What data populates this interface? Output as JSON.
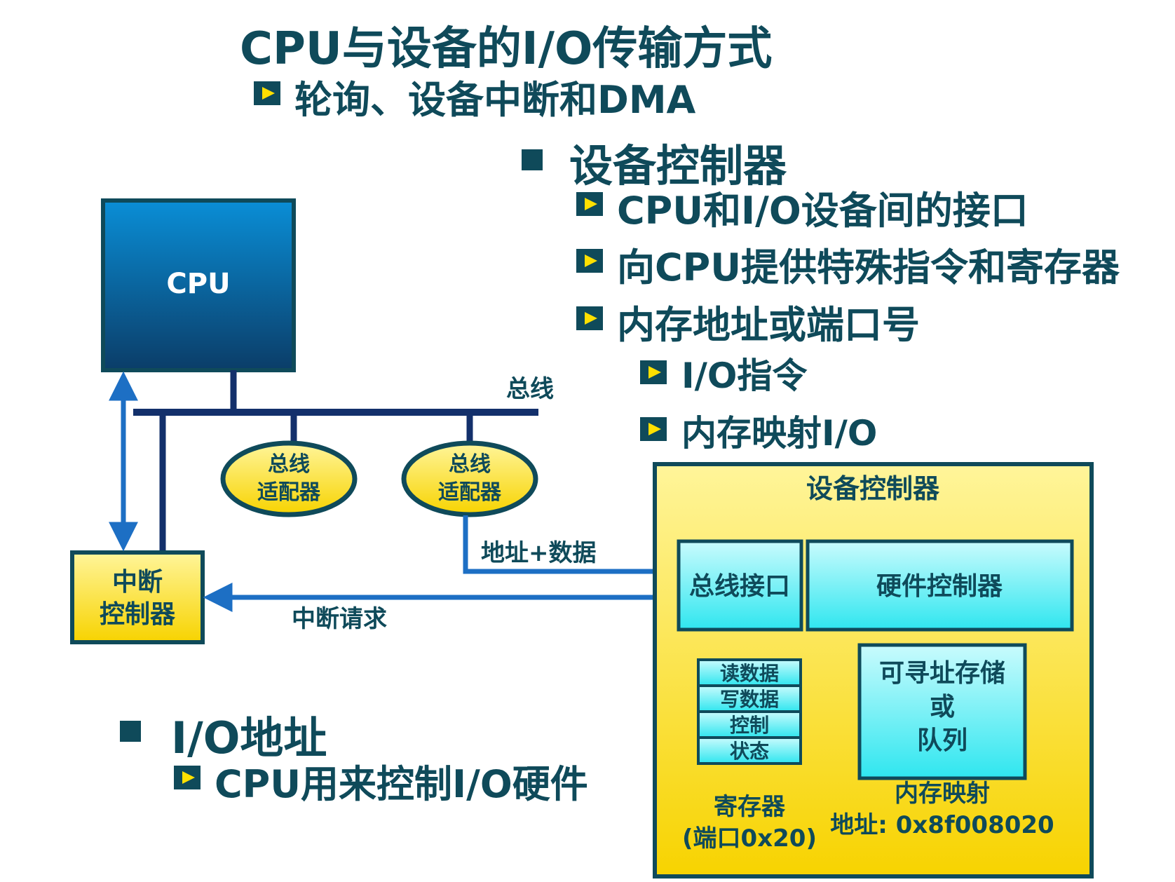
{
  "title": "CPU与设备的I/O传输方式",
  "subtitle": "轮询、设备中断和DMA",
  "controller_section": {
    "heading": "设备控制器",
    "points": [
      "CPU和I/O设备间的接口",
      "向CPU提供特殊指令和寄存器",
      "内存地址或端口号"
    ],
    "subpoints": [
      "I/O指令",
      "内存映射I/O"
    ]
  },
  "io_section": {
    "heading": "I/O地址",
    "points": [
      "CPU用来控制I/O硬件"
    ]
  },
  "diagram": {
    "cpu_label": "CPU",
    "bus_label": "总线",
    "bus_adapter_1": [
      "总线",
      "适配器"
    ],
    "bus_adapter_2": [
      "总线",
      "适配器"
    ],
    "interrupt_controller": [
      "中断",
      "控制器"
    ],
    "addr_data_label": "地址+数据",
    "interrupt_request_label": "中断请求",
    "device_controller_title": "设备控制器",
    "bus_interface": "总线接口",
    "hardware_controller": "硬件控制器",
    "registers": [
      "读数据",
      "写数据",
      "控制",
      "状态"
    ],
    "register_caption": [
      "寄存器",
      "(端口0x20)"
    ],
    "storage": [
      "可寻址存储",
      "或",
      "队列"
    ],
    "memory_map_caption": [
      "内存映射",
      "地址: 0x8f008020"
    ]
  },
  "colors": {
    "text": "#0f4a5a",
    "bus": "#13306b",
    "blue_arrow": "#1d6fc4",
    "yellow_fill": "#fff17a",
    "cyan_fill": "#67f0f4"
  }
}
